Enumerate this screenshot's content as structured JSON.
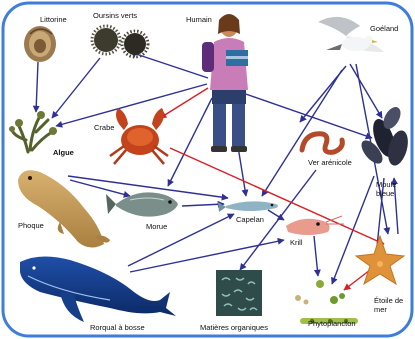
{
  "colors": {
    "frame": "#3f7ed8",
    "predation": "#2e3096",
    "human_red": "#d81e24",
    "starfish_red": "#d81e24"
  },
  "labels": {
    "littorine": "Littorine",
    "oursins": "Oursins verts",
    "humain": "Humain",
    "goeland": "Goéland",
    "algue": "Algue",
    "crabe": "Crabe",
    "ver": "Ver arénicole",
    "moule_1": "Moule",
    "moule_2": "bleue",
    "phoque": "Phoque",
    "morue": "Morue",
    "capelan": "Capelan",
    "krill": "Krill",
    "etoile_1": "Étoile de",
    "etoile_2": "mer",
    "matieres": "Matières organiques",
    "phyto": "Phytoplancton",
    "rorqual": "Rorqual à bosse"
  },
  "icons": [
    "periwinkle-icon",
    "sea-urchin-icon",
    "human-icon",
    "seagull-icon",
    "seaweed-icon",
    "crab-icon",
    "lugworm-icon",
    "mussel-icon",
    "seal-icon",
    "cod-icon",
    "capelin-icon",
    "krill-icon",
    "starfish-icon",
    "organic-matter-icon",
    "phytoplankton-icon",
    "humpback-whale-icon"
  ]
}
